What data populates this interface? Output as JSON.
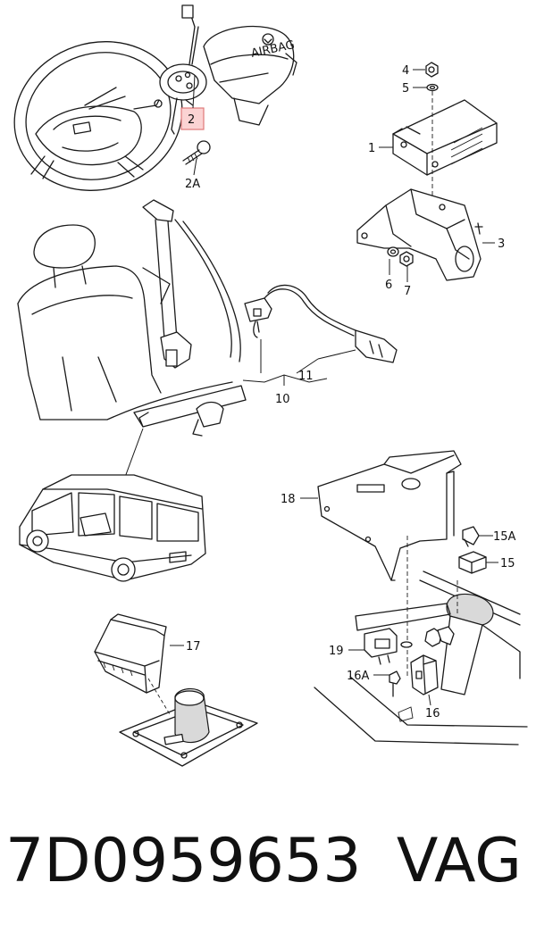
{
  "callouts": {
    "c1": "1",
    "c2": "2",
    "c2a": "2A",
    "c3": "3",
    "c4": "4",
    "c5": "5",
    "c6": "6",
    "c7": "7",
    "c10": "10",
    "c11": "11",
    "c15": "15",
    "c15a": "15A",
    "c16": "16",
    "c16a": "16A",
    "c17": "17",
    "c18": "18",
    "c19": "19"
  },
  "airbag_text": "AIRBAG",
  "footer": {
    "part_number": "7D0959653",
    "brand": "VAG"
  },
  "colors": {
    "highlight": "#fbd3d3",
    "ink": "#1a1a1a"
  }
}
